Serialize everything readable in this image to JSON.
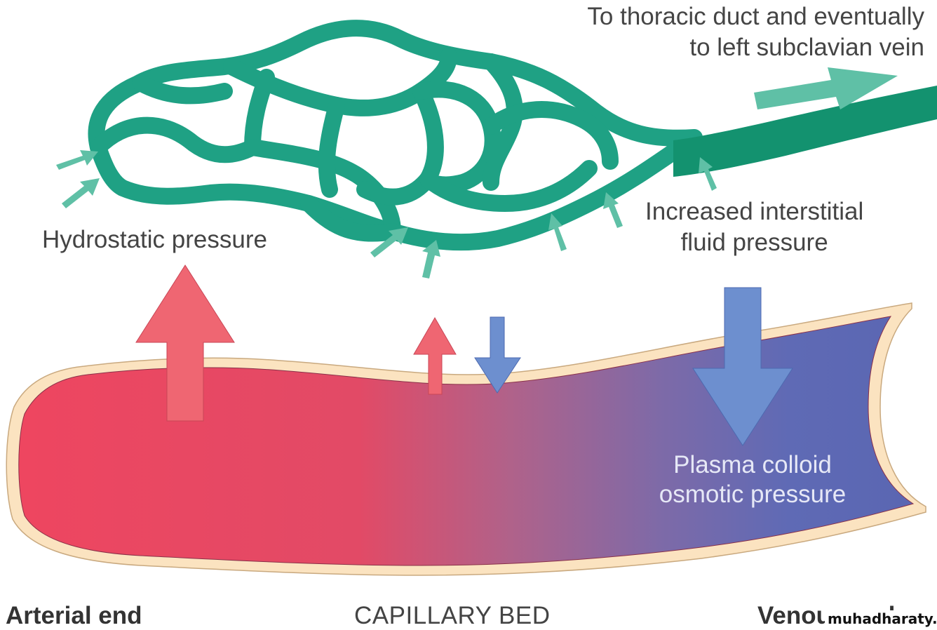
{
  "title": "Capillary bed fluid exchange and lymphatic drainage",
  "labels": {
    "thoracic_line1": "To thoracic duct and eventually",
    "thoracic_line2": "to left subclavian vein",
    "hydrostatic": "Hydrostatic pressure",
    "interstitial_line1": "Increased interstitial",
    "interstitial_line2": "fluid pressure",
    "plasma_line1": "Plasma colloid",
    "plasma_line2": "osmotic pressure",
    "arterial_end": "Arterial end",
    "capillary_bed": "CAPILLARY BED",
    "venous_end": "Venous end"
  },
  "watermark": "muhadharaty.com",
  "colors": {
    "lymphatic": "#1fa184",
    "lymph_arrow": "#5fc0a6",
    "arterial_blood": "#ee4660",
    "venous_blood": "#5a66b2",
    "capillary_wall": "#fbe3c0",
    "outward_arrow": "#ef6672",
    "inward_arrow": "#6d8fcf"
  },
  "forces": [
    {
      "name": "Hydrostatic pressure (arterial end)",
      "direction": "outward",
      "relative_size": "large"
    },
    {
      "name": "Hydrostatic pressure (mid capillary)",
      "direction": "outward",
      "relative_size": "small"
    },
    {
      "name": "Plasma colloid osmotic pressure (mid capillary)",
      "direction": "inward",
      "relative_size": "small"
    },
    {
      "name": "Plasma colloid osmotic pressure (venous end)",
      "direction": "inward",
      "relative_size": "large"
    }
  ]
}
